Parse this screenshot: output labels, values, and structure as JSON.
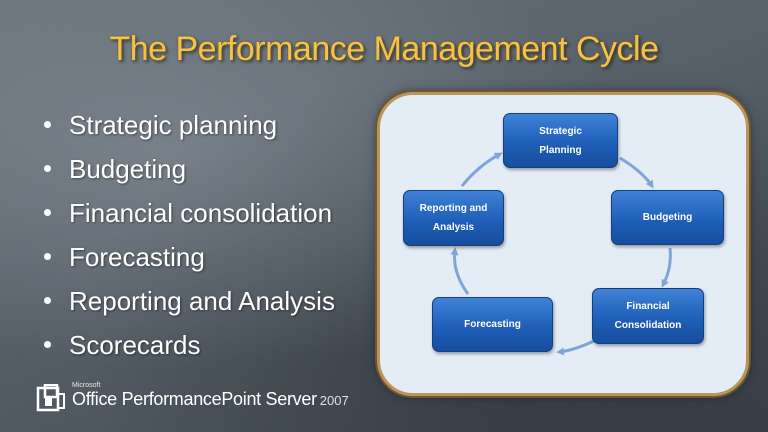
{
  "slide": {
    "title": "The Performance Management Cycle",
    "bullets": [
      "Strategic planning",
      "Budgeting",
      "Financial consolidation",
      "Forecasting",
      "Reporting and Analysis",
      "Scorecards"
    ]
  },
  "cycle": {
    "nodes": [
      {
        "line1": "Strategic",
        "line2": "Planning"
      },
      {
        "line1": "Budgeting",
        "line2": ""
      },
      {
        "line1": "Financial",
        "line2": "Consolidation"
      },
      {
        "line1": "Forecasting",
        "line2": ""
      },
      {
        "line1": "Reporting and",
        "line2": "Analysis"
      }
    ],
    "arrow_color": "#7ea6d8",
    "node_color": "#1f5fb8"
  },
  "footer": {
    "brand_small": "Microsoft",
    "product": "Office PerformancePoint Server",
    "year": "2007"
  },
  "colors": {
    "title": "#f3c24a",
    "panel_border": "#b8955a",
    "panel_fill": "#e4ecf6"
  }
}
